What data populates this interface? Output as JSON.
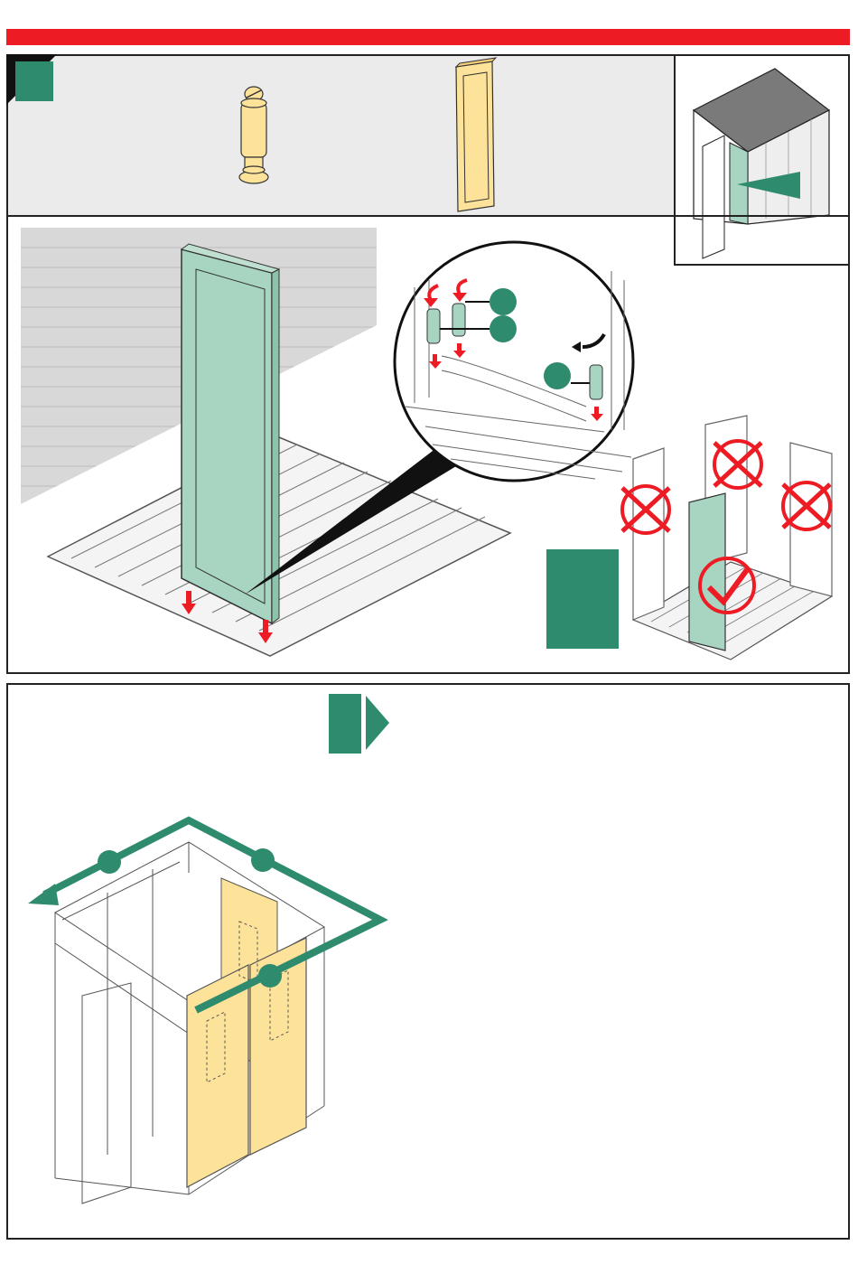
{
  "colors": {
    "accent_red": "#ed1c24",
    "step_green": "#2e8b6e",
    "panel_green": "#a8d5c1",
    "part_yellow": "#fde29a",
    "wall_gray": "#d8d8d8",
    "frame_gray": "#555555"
  },
  "icons": {
    "step_badge": "step-number-badge",
    "pin_part": "peg-pin-part",
    "panel_part": "wall-panel-part",
    "shed_inset": "shed-location-inset",
    "check": "check-mark-icon",
    "cross": "cross-mark-icon",
    "next_step": "next-step-arrow-icon",
    "rotate_arrow": "rotate-arrow-icon",
    "down_arrow": "down-arrow-icon"
  }
}
